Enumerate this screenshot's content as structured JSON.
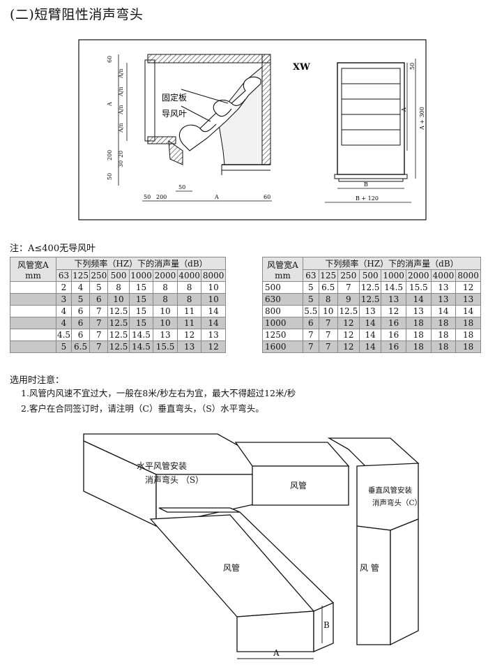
{
  "title": "(二)短臂阻性消声弯头",
  "top_figure": {
    "label_xw": "XW",
    "label_plate": "固定板",
    "label_vane": "导风叶",
    "dim_60": "60",
    "dim_a": "A",
    "dim_a_n": "A/n",
    "dim_200": "200",
    "dim_20": "20",
    "dim_30": "30",
    "dim_50": "50",
    "dim_b": "B",
    "dim_b120": "B + 120",
    "dim_50_right": "50",
    "dim_a300": "A + 300"
  },
  "note": "注：A≤400无导风叶",
  "table_header": {
    "col_label": "风管宽A",
    "unit": "mm",
    "group": "下列频率（HZ）下的消声量（dB）",
    "freqs": [
      "63",
      "125",
      "250",
      "500",
      "1000",
      "2000",
      "4000",
      "8000"
    ]
  },
  "table_left": [
    {
      "a": "",
      "v": [
        "2",
        "4",
        "5",
        "8",
        "15",
        "8",
        "8",
        "10"
      ]
    },
    {
      "a": "",
      "v": [
        "3",
        "5",
        "6",
        "10",
        "15",
        "8",
        "8",
        "10"
      ]
    },
    {
      "a": "",
      "v": [
        "4",
        "6",
        "7",
        "12.5",
        "15",
        "10",
        "11",
        "14"
      ]
    },
    {
      "a": "",
      "v": [
        "4",
        "6",
        "7",
        "12.5",
        "15",
        "10",
        "11",
        "14"
      ]
    },
    {
      "a": "",
      "v": [
        "4.5",
        "6",
        "7",
        "12.5",
        "14.5",
        "13",
        "12",
        "13"
      ]
    },
    {
      "a": "",
      "v": [
        "5",
        "6.5",
        "7",
        "12.5",
        "14.5",
        "15.5",
        "13",
        "12"
      ]
    }
  ],
  "table_right": [
    {
      "a": "500",
      "v": [
        "5",
        "6.5",
        "7",
        "12.5",
        "14.5",
        "15.5",
        "13",
        "12"
      ]
    },
    {
      "a": "630",
      "v": [
        "5",
        "8",
        "9",
        "12.5",
        "13",
        "14",
        "13",
        "13"
      ]
    },
    {
      "a": "800",
      "v": [
        "5.5",
        "10",
        "12.5",
        "13",
        "12",
        "13",
        "14",
        "14"
      ]
    },
    {
      "a": "1000",
      "v": [
        "6",
        "7",
        "12",
        "14",
        "16",
        "18",
        "18",
        "18"
      ]
    },
    {
      "a": "1250",
      "v": [
        "7",
        "7",
        "12",
        "14",
        "16",
        "18",
        "18",
        "18"
      ]
    },
    {
      "a": "1600",
      "v": [
        "7",
        "7",
        "12",
        "14",
        "16",
        "18",
        "18",
        "18"
      ]
    }
  ],
  "usage": {
    "title": "选用时注意：",
    "items": [
      "1.风管内风速不宜过大，一般在8米/秒左右为宜，最大不得超过12米/秒",
      "2.客户在合同签订时，请注明（C）垂直弯头，（S）水平弯头。"
    ]
  },
  "bottom_figure": {
    "label_s_line1": "水平风管安装",
    "label_s_line2": "消声弯头 （S）",
    "label_duct_top": "风管",
    "label_c_line1": "垂直风管安装",
    "label_c_line2": "消声弯头（C）",
    "label_duct_front": "风管",
    "label_duct_right": "风 管",
    "dim_a": "A",
    "dim_b": "B"
  }
}
